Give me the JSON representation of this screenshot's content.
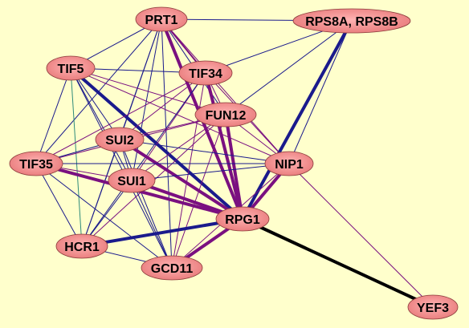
{
  "graph": {
    "background": "#ffffcc",
    "node_fill_inner": "#ffb3b3",
    "node_fill_outer": "#e87a7a",
    "edge_colors": {
      "navy": "#1a1a8c",
      "purple": "#7a1080",
      "teal": "#2e8b7a",
      "black": "#000000"
    },
    "nodes": [
      {
        "id": "PRT1",
        "label": "PRT1"
      },
      {
        "id": "RPS8",
        "label": "RPS8A, RPS8B"
      },
      {
        "id": "TIF5",
        "label": "TIF5"
      },
      {
        "id": "TIF34",
        "label": "TIF34"
      },
      {
        "id": "FUN12",
        "label": "FUN12"
      },
      {
        "id": "SUI2",
        "label": "SUI2"
      },
      {
        "id": "TIF35",
        "label": "TIF35"
      },
      {
        "id": "NIP1",
        "label": "NIP1"
      },
      {
        "id": "SUI1",
        "label": "SUI1"
      },
      {
        "id": "RPG1",
        "label": "RPG1"
      },
      {
        "id": "HCR1",
        "label": "HCR1"
      },
      {
        "id": "GCD11",
        "label": "GCD11"
      },
      {
        "id": "YEF3",
        "label": "YEF3"
      }
    ],
    "edges": [
      {
        "s": "PRT1",
        "t": "RPS8",
        "c": "navy",
        "w": 1
      },
      {
        "s": "PRT1",
        "t": "TIF5",
        "c": "navy",
        "w": 1
      },
      {
        "s": "PRT1",
        "t": "TIF34",
        "c": "purple",
        "w": 2
      },
      {
        "s": "PRT1",
        "t": "FUN12",
        "c": "navy",
        "w": 1
      },
      {
        "s": "PRT1",
        "t": "SUI2",
        "c": "navy",
        "w": 1
      },
      {
        "s": "PRT1",
        "t": "TIF35",
        "c": "navy",
        "w": 1
      },
      {
        "s": "PRT1",
        "t": "SUI1",
        "c": "navy",
        "w": 1
      },
      {
        "s": "PRT1",
        "t": "NIP1",
        "c": "purple",
        "w": 1
      },
      {
        "s": "PRT1",
        "t": "RPG1",
        "c": "purple",
        "w": 4
      },
      {
        "s": "PRT1",
        "t": "HCR1",
        "c": "navy",
        "w": 1
      },
      {
        "s": "PRT1",
        "t": "GCD11",
        "c": "navy",
        "w": 1
      },
      {
        "s": "RPS8",
        "t": "TIF34",
        "c": "navy",
        "w": 1
      },
      {
        "s": "RPS8",
        "t": "FUN12",
        "c": "navy",
        "w": 1
      },
      {
        "s": "RPS8",
        "t": "NIP1",
        "c": "navy",
        "w": 1
      },
      {
        "s": "RPS8",
        "t": "RPG1",
        "c": "navy",
        "w": 4
      },
      {
        "s": "TIF5",
        "t": "TIF34",
        "c": "navy",
        "w": 1
      },
      {
        "s": "TIF5",
        "t": "FUN12",
        "c": "purple",
        "w": 1
      },
      {
        "s": "TIF5",
        "t": "SUI2",
        "c": "navy",
        "w": 1
      },
      {
        "s": "TIF5",
        "t": "TIF35",
        "c": "navy",
        "w": 1
      },
      {
        "s": "TIF5",
        "t": "SUI1",
        "c": "navy",
        "w": 1
      },
      {
        "s": "TIF5",
        "t": "NIP1",
        "c": "purple",
        "w": 1
      },
      {
        "s": "TIF5",
        "t": "RPG1",
        "c": "navy",
        "w": 4
      },
      {
        "s": "TIF5",
        "t": "HCR1",
        "c": "teal",
        "w": 1
      },
      {
        "s": "TIF5",
        "t": "GCD11",
        "c": "navy",
        "w": 1
      },
      {
        "s": "TIF34",
        "t": "FUN12",
        "c": "purple",
        "w": 1
      },
      {
        "s": "TIF34",
        "t": "SUI2",
        "c": "purple",
        "w": 1
      },
      {
        "s": "TIF34",
        "t": "TIF35",
        "c": "purple",
        "w": 1
      },
      {
        "s": "TIF34",
        "t": "NIP1",
        "c": "purple",
        "w": 1
      },
      {
        "s": "TIF34",
        "t": "RPG1",
        "c": "purple",
        "w": 4
      },
      {
        "s": "TIF34",
        "t": "SUI1",
        "c": "purple",
        "w": 1
      },
      {
        "s": "TIF34",
        "t": "HCR1",
        "c": "navy",
        "w": 1
      },
      {
        "s": "TIF34",
        "t": "GCD11",
        "c": "purple",
        "w": 1
      },
      {
        "s": "FUN12",
        "t": "SUI2",
        "c": "purple",
        "w": 1
      },
      {
        "s": "FUN12",
        "t": "TIF35",
        "c": "purple",
        "w": 1
      },
      {
        "s": "FUN12",
        "t": "SUI1",
        "c": "purple",
        "w": 1
      },
      {
        "s": "FUN12",
        "t": "NIP1",
        "c": "purple",
        "w": 1
      },
      {
        "s": "FUN12",
        "t": "RPG1",
        "c": "purple",
        "w": 4
      },
      {
        "s": "FUN12",
        "t": "HCR1",
        "c": "purple",
        "w": 1
      },
      {
        "s": "FUN12",
        "t": "GCD11",
        "c": "purple",
        "w": 1
      },
      {
        "s": "SUI2",
        "t": "TIF35",
        "c": "navy",
        "w": 1
      },
      {
        "s": "SUI2",
        "t": "SUI1",
        "c": "navy",
        "w": 1
      },
      {
        "s": "SUI2",
        "t": "NIP1",
        "c": "navy",
        "w": 1
      },
      {
        "s": "SUI2",
        "t": "RPG1",
        "c": "purple",
        "w": 4
      },
      {
        "s": "SUI2",
        "t": "HCR1",
        "c": "navy",
        "w": 1
      },
      {
        "s": "SUI2",
        "t": "GCD11",
        "c": "navy",
        "w": 1
      },
      {
        "s": "TIF35",
        "t": "SUI1",
        "c": "purple",
        "w": 1
      },
      {
        "s": "TIF35",
        "t": "NIP1",
        "c": "navy",
        "w": 1
      },
      {
        "s": "TIF35",
        "t": "RPG1",
        "c": "purple",
        "w": 4
      },
      {
        "s": "TIF35",
        "t": "HCR1",
        "c": "navy",
        "w": 1
      },
      {
        "s": "TIF35",
        "t": "GCD11",
        "c": "navy",
        "w": 1
      },
      {
        "s": "SUI1",
        "t": "NIP1",
        "c": "navy",
        "w": 1
      },
      {
        "s": "SUI1",
        "t": "RPG1",
        "c": "purple",
        "w": 4
      },
      {
        "s": "SUI1",
        "t": "HCR1",
        "c": "navy",
        "w": 1
      },
      {
        "s": "SUI1",
        "t": "GCD11",
        "c": "navy",
        "w": 1
      },
      {
        "s": "NIP1",
        "t": "RPG1",
        "c": "purple",
        "w": 4
      },
      {
        "s": "NIP1",
        "t": "GCD11",
        "c": "purple",
        "w": 1
      },
      {
        "s": "NIP1",
        "t": "YEF3",
        "c": "purple",
        "w": 1
      },
      {
        "s": "RPG1",
        "t": "HCR1",
        "c": "navy",
        "w": 4
      },
      {
        "s": "RPG1",
        "t": "GCD11",
        "c": "purple",
        "w": 4
      },
      {
        "s": "RPG1",
        "t": "YEF3",
        "c": "black",
        "w": 4
      },
      {
        "s": "HCR1",
        "t": "GCD11",
        "c": "navy",
        "w": 1
      }
    ]
  }
}
